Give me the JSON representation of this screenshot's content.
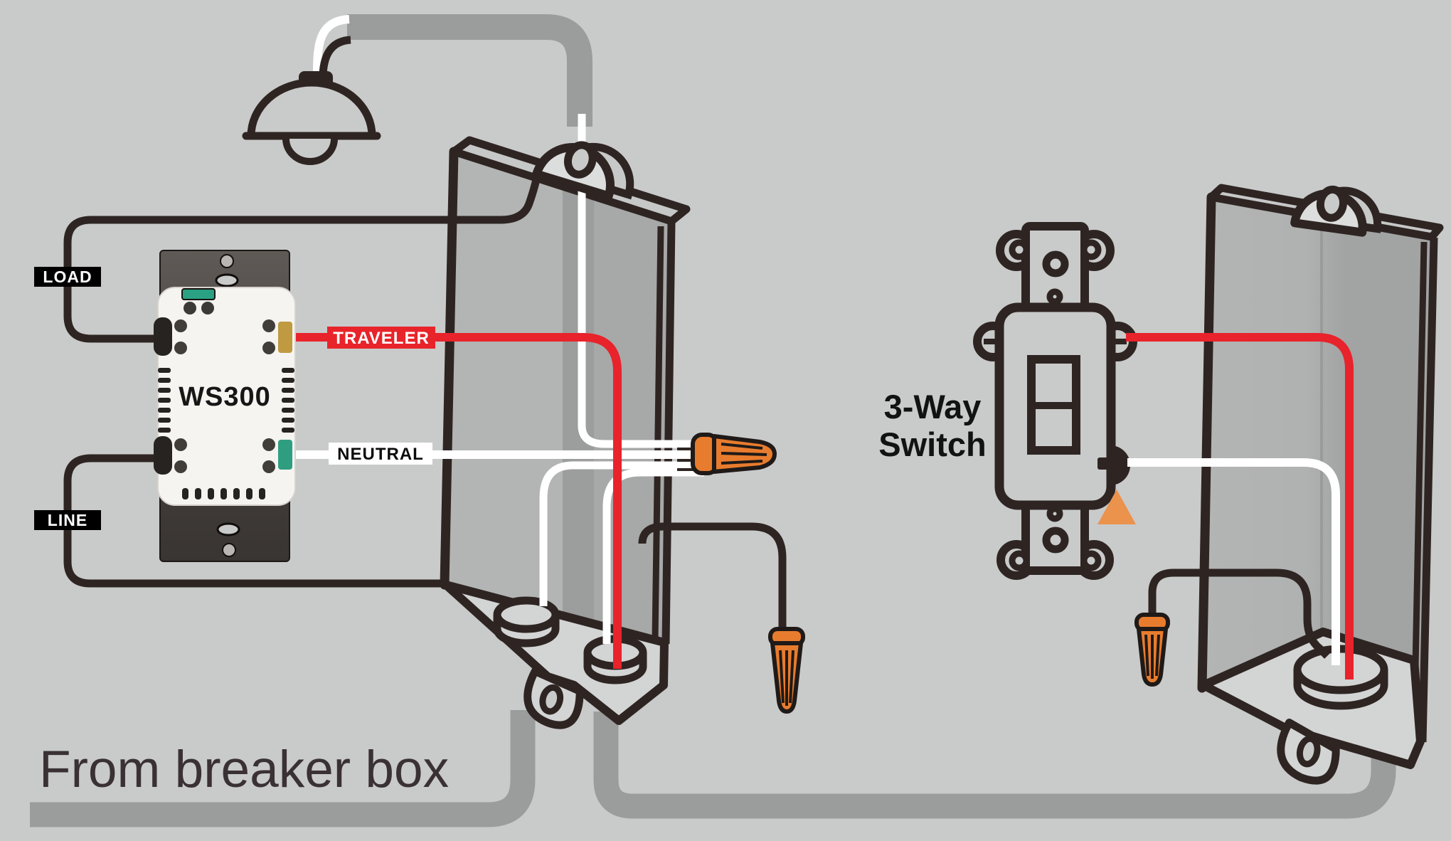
{
  "diagram": {
    "labels": {
      "load": "LOAD",
      "line": "LINE",
      "traveler": "TRAVELER",
      "neutral": "NEUTRAL"
    },
    "ws300": {
      "model": "WS300"
    },
    "three_way_switch": {
      "name_line1": "3-Way",
      "name_line2": "Switch"
    },
    "caption": "From breaker box",
    "colors": {
      "background": "#c9caca",
      "outline_ink": "#2e2523",
      "red_wire": "#e8232b",
      "white_wire": "#ffffff",
      "black_wire": "#2e2523",
      "conduit_gray": "#9b9c9c",
      "box_face": "#b3b4b4",
      "box_floor": "#d3d4d4",
      "mounting_ear": "#dcdddd",
      "wire_nut_orange": "#e87c2e",
      "indicator_triangle_orange": "#eb924d",
      "label_black_bg": "#000000",
      "label_red_bg": "#e8242a",
      "label_white_bg": "#ffffff",
      "caption_color": "#3a3135"
    }
  }
}
